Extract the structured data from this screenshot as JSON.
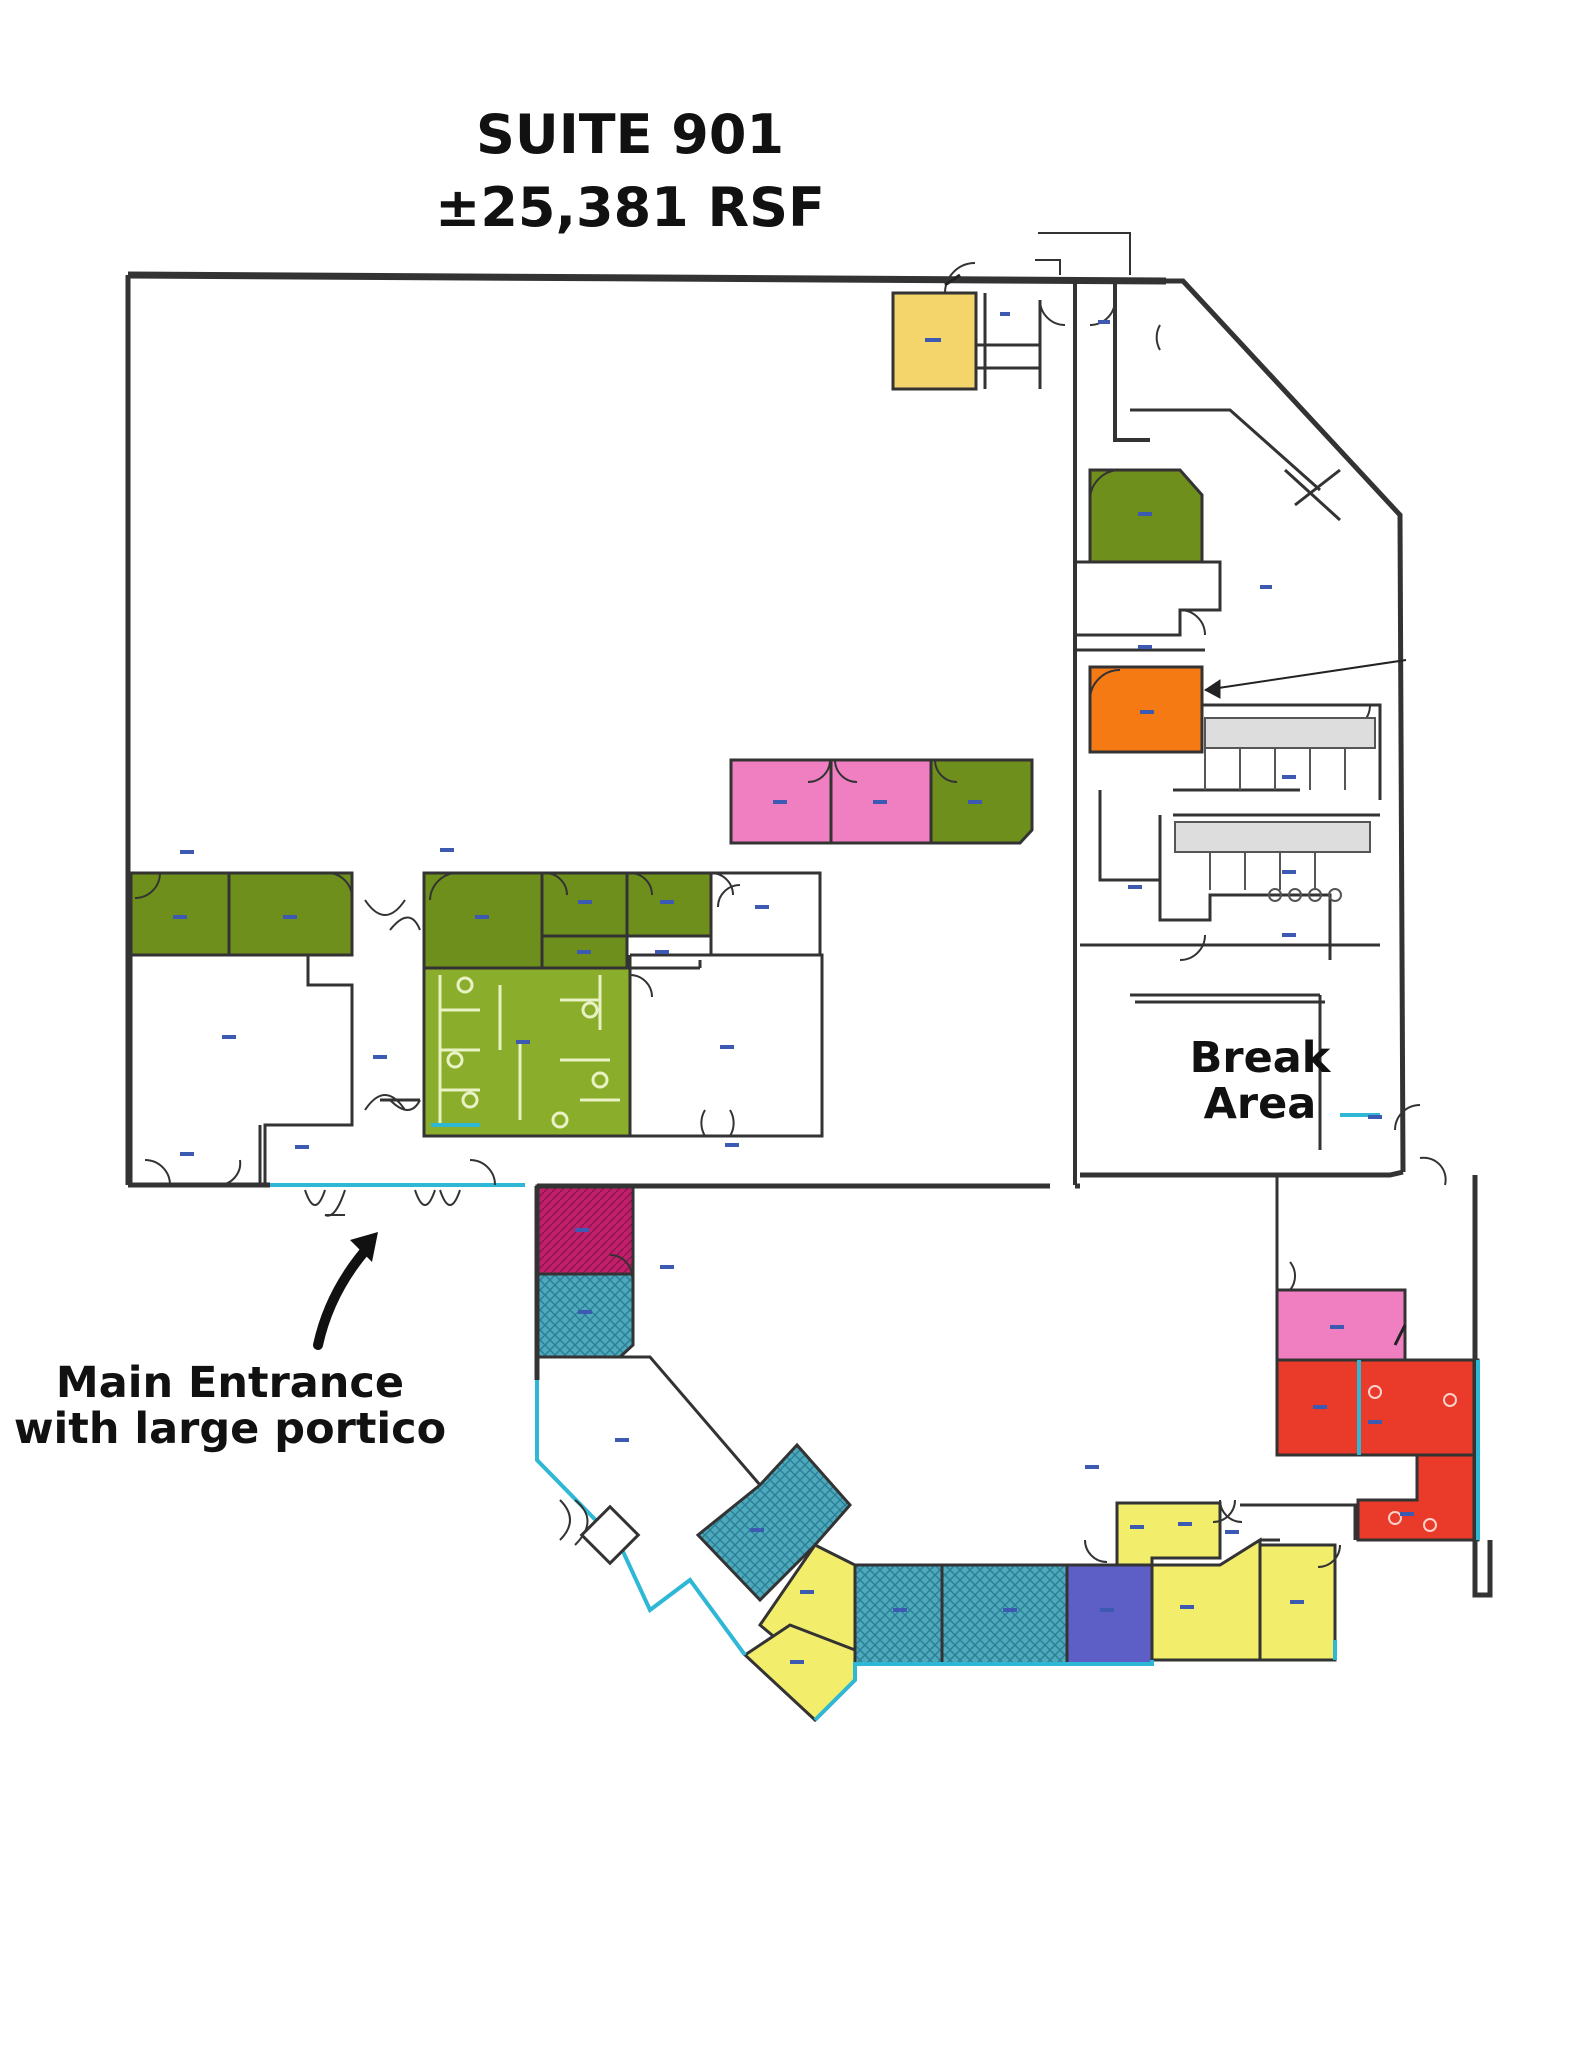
{
  "header": {
    "title": "SUITE 901",
    "area": "±25,381 RSF"
  },
  "labels": {
    "break_area_line1": "Break",
    "break_area_line2": "Area",
    "entrance_line1": "Main Entrance",
    "entrance_line2": "with large portico"
  },
  "colors": {
    "wall": "#333333",
    "glass": "#2fb7d6",
    "green": "#6f8f1d",
    "green_light": "#8bad2c",
    "pink": "#f07fc2",
    "yellow": "#f2ed6b",
    "yellow_light": "#f3d56c",
    "orange": "#f57a14",
    "red": "#ea3a2a",
    "magenta": "#c0206a",
    "teal": "#4fa9bd",
    "blue": "#5d5fc6"
  }
}
